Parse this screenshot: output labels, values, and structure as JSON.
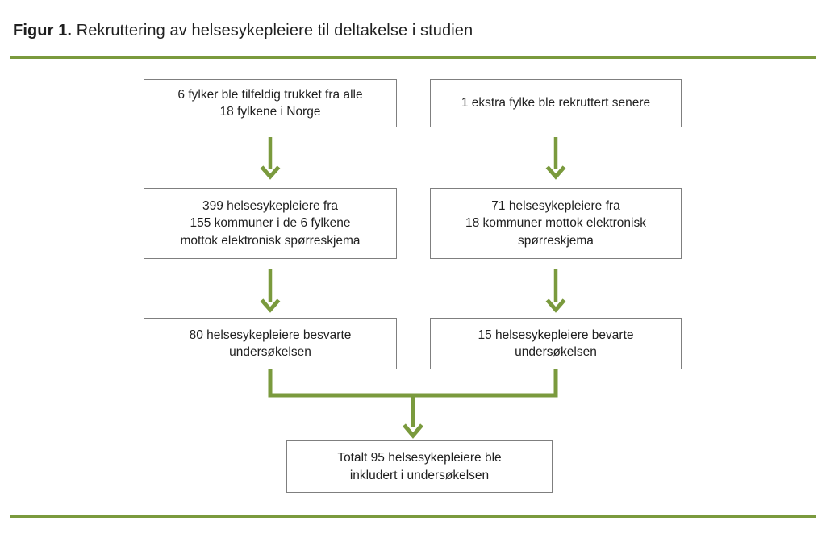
{
  "figure": {
    "label": "Figur 1.",
    "title": "Rekruttering av helsesykepleiere til deltakelse i studien"
  },
  "colors": {
    "accent_green": "#7A9A3D",
    "box_border": "#7F7F7F",
    "text": "#1F1F1F"
  },
  "flowchart": {
    "boxes": [
      {
        "id": "sampled-counties",
        "lines": [
          "6 fylker ble tilfeldig trukket fra alle",
          "18 fylkene i Norge"
        ]
      },
      {
        "id": "extra-county",
        "lines": [
          "1 ekstra fylke ble rekruttert senere"
        ]
      },
      {
        "id": "received-main",
        "lines": [
          "399 helsesykepleiere fra",
          "155 kommuner i de 6 fylkene",
          "mottok elektronisk spørreskjema"
        ]
      },
      {
        "id": "received-extra",
        "lines": [
          "71 helsesykepleiere fra",
          "18 kommuner mottok elektronisk",
          "spørreskjema"
        ]
      },
      {
        "id": "answered-main",
        "lines": [
          "80 helsesykepleiere besvarte",
          "undersøkelsen"
        ]
      },
      {
        "id": "answered-extra",
        "lines": [
          "15 helsesykepleiere bevarte",
          "undersøkelsen"
        ]
      },
      {
        "id": "total-included",
        "lines": [
          "Totalt 95 helsesykepleiere ble",
          "inkludert i undersøkelsen"
        ]
      }
    ]
  }
}
